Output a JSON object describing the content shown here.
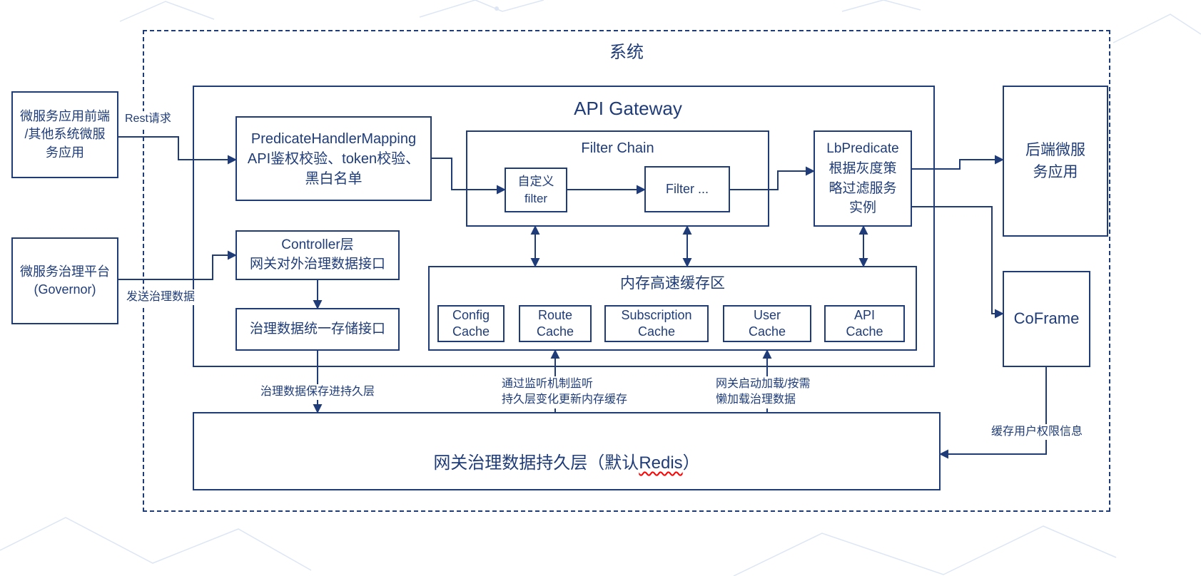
{
  "colors": {
    "line": "#1f3c78",
    "text": "#1f3c78",
    "redis_underline": "#ff0000"
  },
  "system": {
    "label": "系统"
  },
  "left": {
    "frontend_box": "微服务应用前端\n/其他系统微服\n务应用",
    "governor_box": "微服务治理平台\n(Governor)",
    "rest_request_label": "Rest请求",
    "send_governance_label": "发送治理数据"
  },
  "gateway": {
    "title": "API Gateway",
    "predicate_box": "PredicateHandlerMapping\nAPI鉴权校验、token校验、\n黑白名单",
    "filter_chain": {
      "title": "Filter Chain",
      "custom_filter": "自定义\nfilter",
      "filter_more": "Filter ..."
    },
    "lb_predicate": "LbPredicate\n根据灰度策\n略过滤服务\n实例",
    "controller_box": "Controller层\n网关对外治理数据接口",
    "storage_box": "治理数据统一存储接口",
    "cache": {
      "title": "内存高速缓存区",
      "items": [
        "Config\nCache",
        "Route\nCache",
        "Subscription\nCache",
        "User\nCache",
        "API\nCache"
      ]
    }
  },
  "persistence": {
    "prefix": "网关治理数据持久层（默认",
    "redis": "Redis",
    "suffix": "）"
  },
  "right": {
    "backend_box": "后端微服\n务应用",
    "coframe_box": "CoFrame",
    "cache_user_label": "缓存用户权限信息"
  },
  "flow_labels": {
    "persist": "治理数据保存进持久层",
    "listen": "通过监听机制监听\n持久层变化更新内存缓存",
    "load": "网关启动加载/按需\n懒加载治理数据"
  }
}
